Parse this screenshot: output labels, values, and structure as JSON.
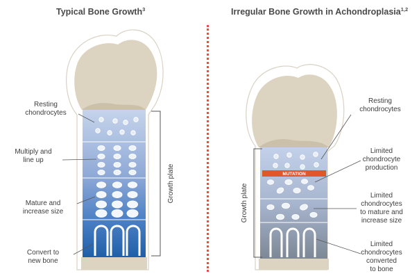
{
  "left": {
    "title": "Typical Bone Growth",
    "title_ref": "3",
    "labels": {
      "resting": [
        "Resting",
        "chondrocytes"
      ],
      "multiply": [
        "Multiply and",
        "line up"
      ],
      "mature": [
        "Mature and",
        "increase size"
      ],
      "convert": [
        "Convert to",
        "new bone"
      ]
    },
    "growth_plate": "Growth plate"
  },
  "right": {
    "title": "Irregular Bone Growth in Achondroplasia",
    "title_ref": "1,2",
    "labels": {
      "resting": [
        "Resting",
        "chondrocytes"
      ],
      "limited_production": [
        "Limited",
        "chondrocyte",
        "production"
      ],
      "limited_mature": [
        "Limited",
        "chondrocytes",
        "to mature and",
        "increase size"
      ],
      "limited_converted": [
        "Limited",
        "chondrocytes",
        "converted",
        "to bone"
      ]
    },
    "mutation": "MUTATION",
    "growth_plate": "Growth plate"
  },
  "colors": {
    "bone_head": "#dcd3c0",
    "bone_dark": "#cbc1aa",
    "plate_top": "#c3d2ea",
    "plate_bottom_left": "#1f5fa8",
    "plate_bottom_right": "#8d9aa8",
    "mutation": "#e0572e",
    "divider": "#d9534f"
  }
}
